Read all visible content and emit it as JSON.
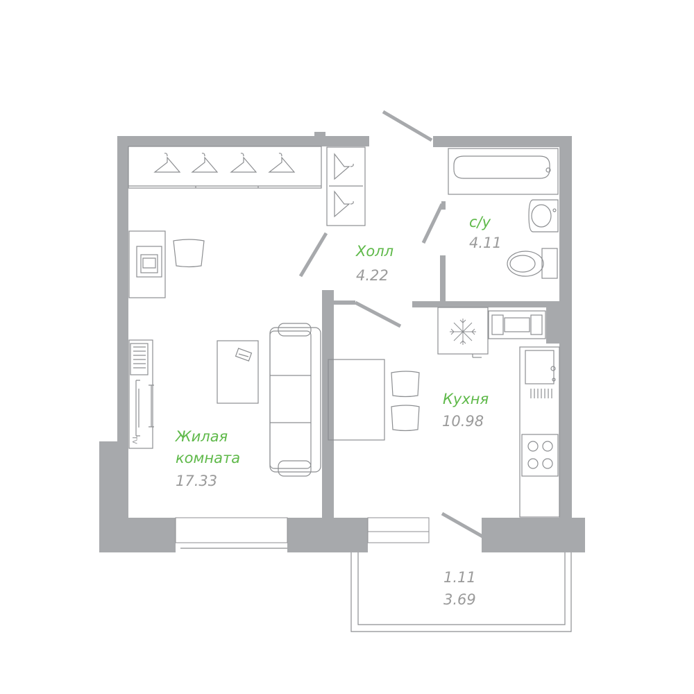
{
  "colors": {
    "wall": "#a7a9ac",
    "line": "#8c8e91",
    "name_text": "#5fb94a",
    "area_text": "#9a9a9a"
  },
  "rooms": {
    "hall": {
      "name": "Холл",
      "area": "4.22"
    },
    "bathroom": {
      "name": "с/у",
      "area": "4.11"
    },
    "kitchen": {
      "name": "Кухня",
      "area": "10.98"
    },
    "living": {
      "name_line1": "Жилая",
      "name_line2": "комната",
      "area": "17.33"
    },
    "balcony": {
      "area_reduced": "1.11",
      "area_full": "3.69"
    }
  },
  "furniture": {
    "tv_label": "TV",
    "icons": [
      "hanger-icon",
      "snowflake-icon",
      "bathtub-icon",
      "toilet-icon",
      "sink-icon",
      "stove-icon",
      "sofa-icon",
      "phone-icon"
    ]
  }
}
